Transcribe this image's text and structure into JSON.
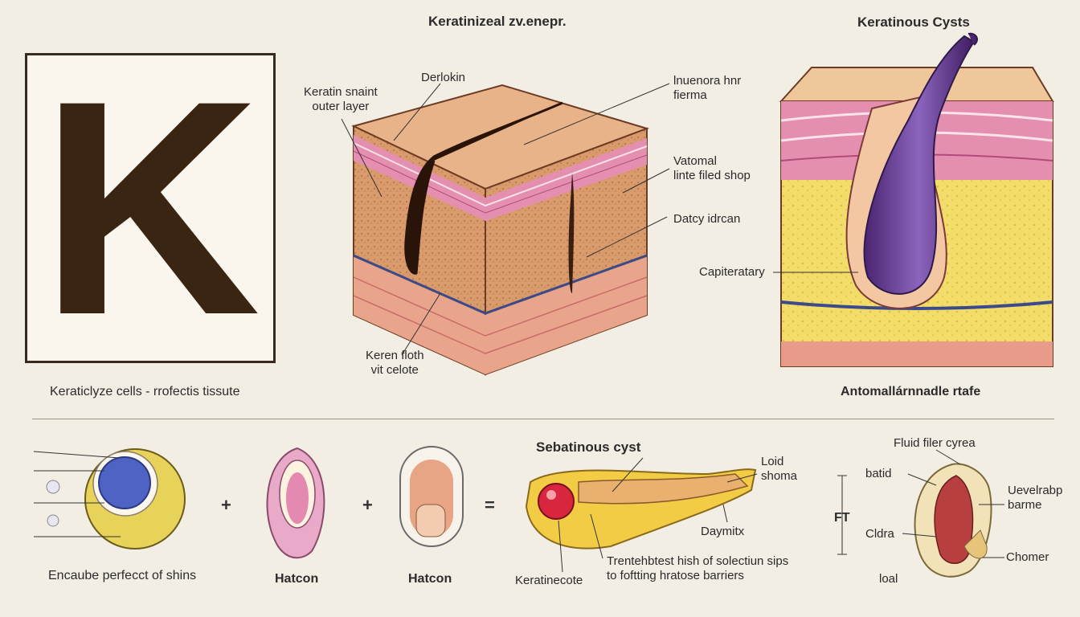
{
  "panel_k": {
    "letter": "K",
    "caption": "Keraticlyze cells - rrofectis tissute"
  },
  "center_diagram": {
    "title": "Keratinizeal zv.enepr.",
    "labels": {
      "derlokin": "Derlokin",
      "keratin_line1": "Keratin snaint",
      "keratin_line2": "outer layer",
      "lnuenora_line1": "lnuenora hnr",
      "lnuenora_line2": "fierma",
      "vatomal_line1": "Vatomal",
      "vatomal_line2": "linte filed shop",
      "datcy": "Datcy idrcan",
      "keren_line1": "Keren floth",
      "keren_line2": "vit celote"
    }
  },
  "right_diagram": {
    "title": "Keratinous Cysts",
    "capiteratary": "Capiteratary",
    "caption": "Antomallárnnadle rtafe"
  },
  "bottom": {
    "items": [
      {
        "caption": "Encaube perfecct of shins"
      },
      {
        "caption": "Hatcon"
      },
      {
        "caption": "Hatcon"
      }
    ],
    "operators": {
      "plus1": "+",
      "plus2": "+",
      "equals": "="
    },
    "sebaceous": {
      "title": "Sebatinous cyst",
      "loid_line1": "Loid",
      "loid_line2": "shoma",
      "daymitx": "Daymitx",
      "keratinecote": "Keratinecote",
      "trent_line1": "Trentehbtest hish of solectiun sips",
      "trent_line2": "to foftting hratose barriers"
    },
    "follicle": {
      "fluid": "Fluid filer cyrea",
      "batid": "batid",
      "ft": "FT",
      "uvelrab_line1": "Uevelrabp",
      "uvelrab_line2": "barme",
      "cldra": "Cldra",
      "chomer": "Chomer",
      "loal": "loal"
    }
  },
  "colors": {
    "background": "#f3eee4",
    "skin_top": "#e9b38a",
    "pink_layer": "#e58fb0",
    "dermis": "#d99a6c",
    "fat_yellow": "#f2dc6a",
    "cyst_purple": "#6a3d94",
    "blue_line": "#3a4a8a",
    "k_letter": "#3a2412"
  }
}
